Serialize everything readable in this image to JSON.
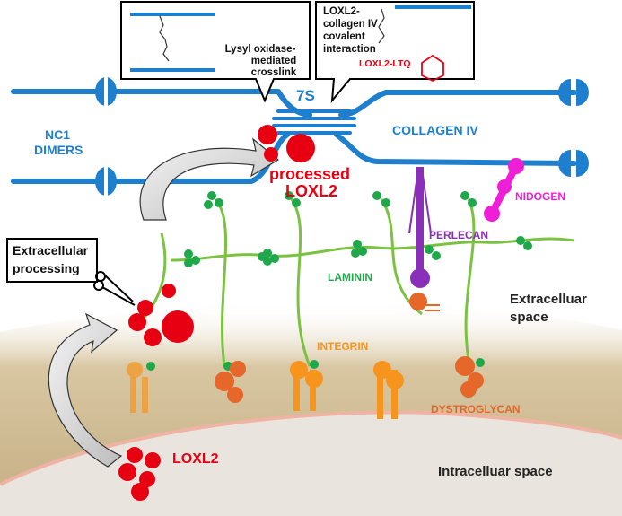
{
  "callouts": {
    "lysyl": [
      "Lysyl oxidase-",
      "mediated",
      "crosslink"
    ],
    "loxl2_collagen": [
      "LOXL2-",
      "collagen IV",
      "covalent",
      "interaction"
    ],
    "loxl2_ltq": "LOXL2-LTQ",
    "extracellular_processing": [
      "Extracellular",
      "processing"
    ]
  },
  "labels": {
    "seven_s": "7S",
    "nc1_dimers": [
      "NC1",
      "DIMERS"
    ],
    "collagen_iv": "COLLAGEN IV",
    "processed_loxl2": [
      "processed",
      "LOXL2"
    ],
    "nidogen": "NIDOGEN",
    "perlecan": "PERLECAN",
    "laminin": "LAMININ",
    "extracellular_space": [
      "Extracelluar",
      "space"
    ],
    "integrin": "INTEGRIN",
    "dystroglycan": "DYSTROGLYCAN",
    "loxl2": "LOXL2",
    "intracellular_space": "Intracelluar space"
  },
  "colors": {
    "collagen": "#1f7fcf",
    "loxl2": "#e60012",
    "laminin": "#7cc242",
    "laminin_node": "#1ea84a",
    "perlecan": "#8a2fb8",
    "nidogen": "#ee1fd6",
    "integrin": "#f7941d",
    "dystroglycan": "#e5672a",
    "membrane": "#c9b48c",
    "cytoplasm": "#e8e4dc",
    "arrow_fill": "#e6e6e6"
  }
}
